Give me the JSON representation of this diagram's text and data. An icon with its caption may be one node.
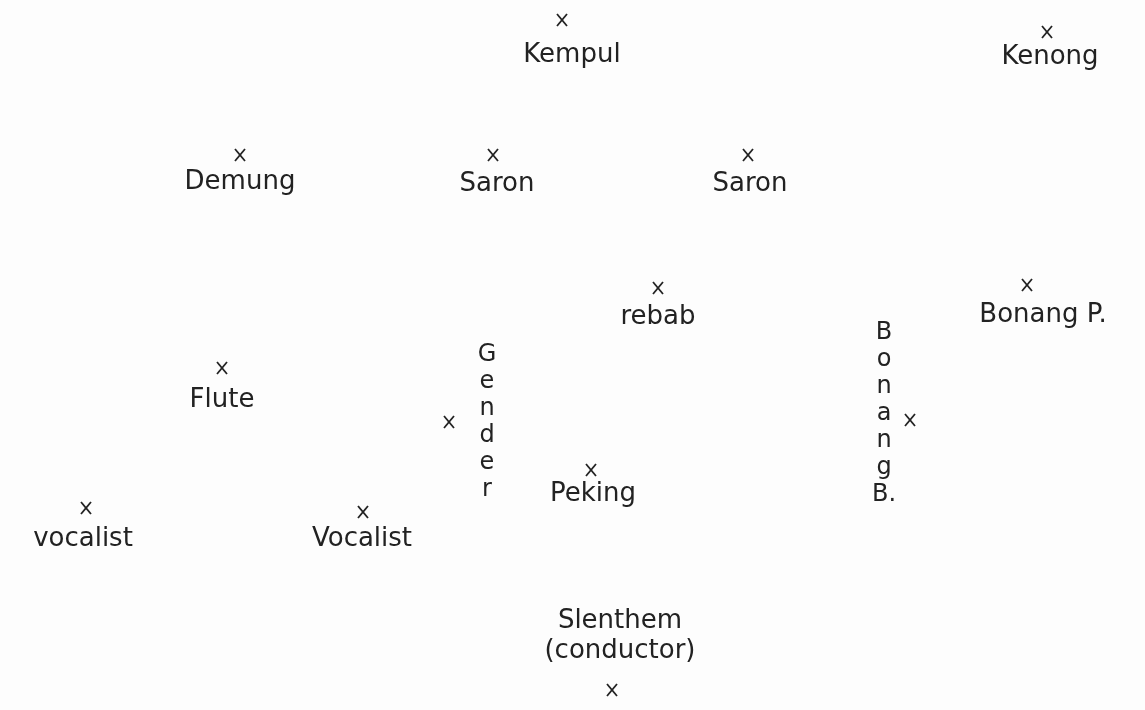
{
  "diagram": {
    "labels": [
      "Kempul",
      "Kenong",
      "Demung",
      "Saron",
      "Saron",
      "rebab",
      "Bonang P.",
      "Flute",
      "Gender",
      "Peking",
      "Bonang B.",
      "vocalist",
      "Vocalist",
      "Slenthem (conductor)"
    ]
  }
}
